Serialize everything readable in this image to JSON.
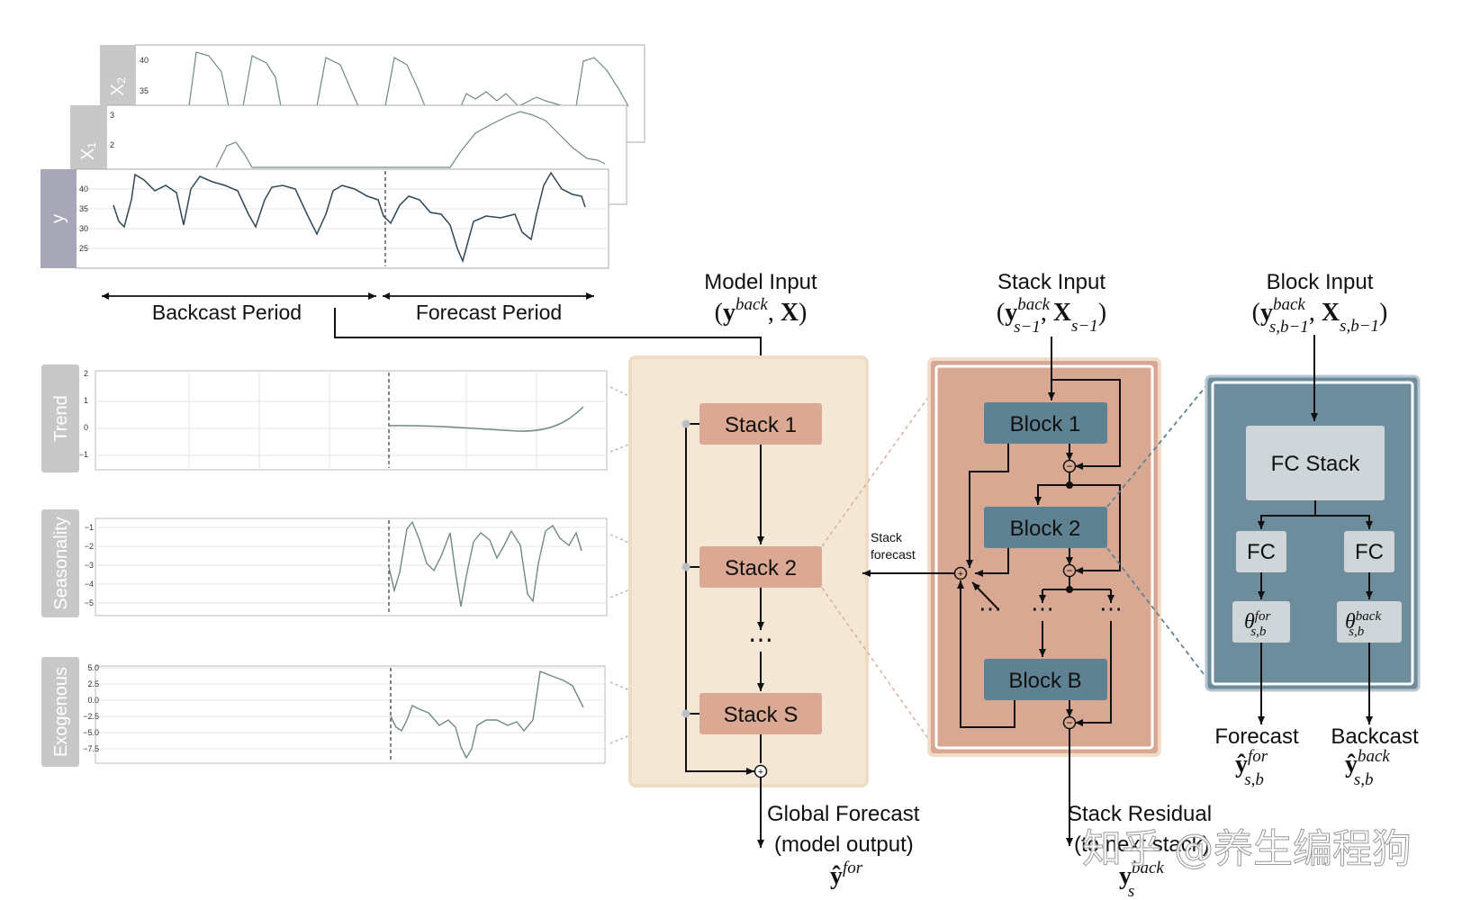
{
  "series_panels": {
    "x2": {
      "label": "X₂",
      "ticks": [
        "40",
        "35"
      ]
    },
    "x1": {
      "label": "X₁",
      "ticks": [
        "3",
        "2"
      ]
    },
    "y": {
      "label": "y",
      "ticks": [
        "40",
        "35",
        "30",
        "25"
      ]
    }
  },
  "periods": {
    "backcast": "Backcast Period",
    "forecast": "Forecast Period"
  },
  "components": {
    "trend": {
      "label": "Trend",
      "ticks": [
        "2",
        "1",
        "0",
        "−1"
      ]
    },
    "seasonality": {
      "label": "Seasonality",
      "ticks": [
        "−1",
        "−2",
        "−3",
        "−4",
        "−5"
      ]
    },
    "exogenous": {
      "label": "Exogenous",
      "ticks": [
        "5.0",
        "2.5",
        "0.0",
        "−2.5",
        "−5.0",
        "−7.5"
      ]
    }
  },
  "model": {
    "input_title": "Model Input",
    "input_formula": {
      "y": "y",
      "sup": "back",
      "rest": ", X)"
    },
    "stacks": [
      "Stack 1",
      "Stack 2",
      "Stack S"
    ],
    "ellipsis": "⋯",
    "output_line1": "Global Forecast",
    "output_line2": "(model output)",
    "output_symbol": {
      "base": "ŷ",
      "sup": "for"
    }
  },
  "stack": {
    "input_title": "Stack Input",
    "input_formula": {
      "y_sup": "back",
      "y_sub": "s−1",
      "x_sub": "s−1"
    },
    "blocks": [
      "Block 1",
      "Block 2",
      "Block B"
    ],
    "forecast_label_1": "Stack",
    "forecast_label_2": "forecast",
    "residual_line1": "Stack Residual",
    "residual_line2": "(to next stack)",
    "residual_symbol": {
      "base": "y",
      "sup": "back",
      "sub": "s"
    }
  },
  "block": {
    "input_title": "Block Input",
    "input_formula": {
      "y_sup": "back",
      "y_sub": "s,b−1",
      "x_sub": "s,b−1"
    },
    "fc_stack": "FC Stack",
    "fc_left": "FC",
    "fc_right": "FC",
    "theta_for": {
      "base": "θ",
      "sup": "for",
      "sub": "s,b"
    },
    "theta_back": {
      "base": "θ",
      "sup": "back",
      "sub": "s,b"
    },
    "forecast_title": "Forecast",
    "forecast_symbol": {
      "base": "ŷ",
      "sup": "for",
      "sub": "s,b"
    },
    "backcast_title": "Backcast",
    "backcast_symbol": {
      "base": "ŷ",
      "sup": "back",
      "sub": "s,b"
    }
  },
  "watermark": "知乎 @养生编程狗",
  "colors": {
    "stack_node": "#dba894",
    "block_node": "#5f8293",
    "model_bg": "#f5e7d6",
    "stack_bg": "#d9a893",
    "block_bg": "#6d8c9c",
    "tag_gray": "#c8c8c8",
    "y_tag": "#a7a7b8"
  }
}
